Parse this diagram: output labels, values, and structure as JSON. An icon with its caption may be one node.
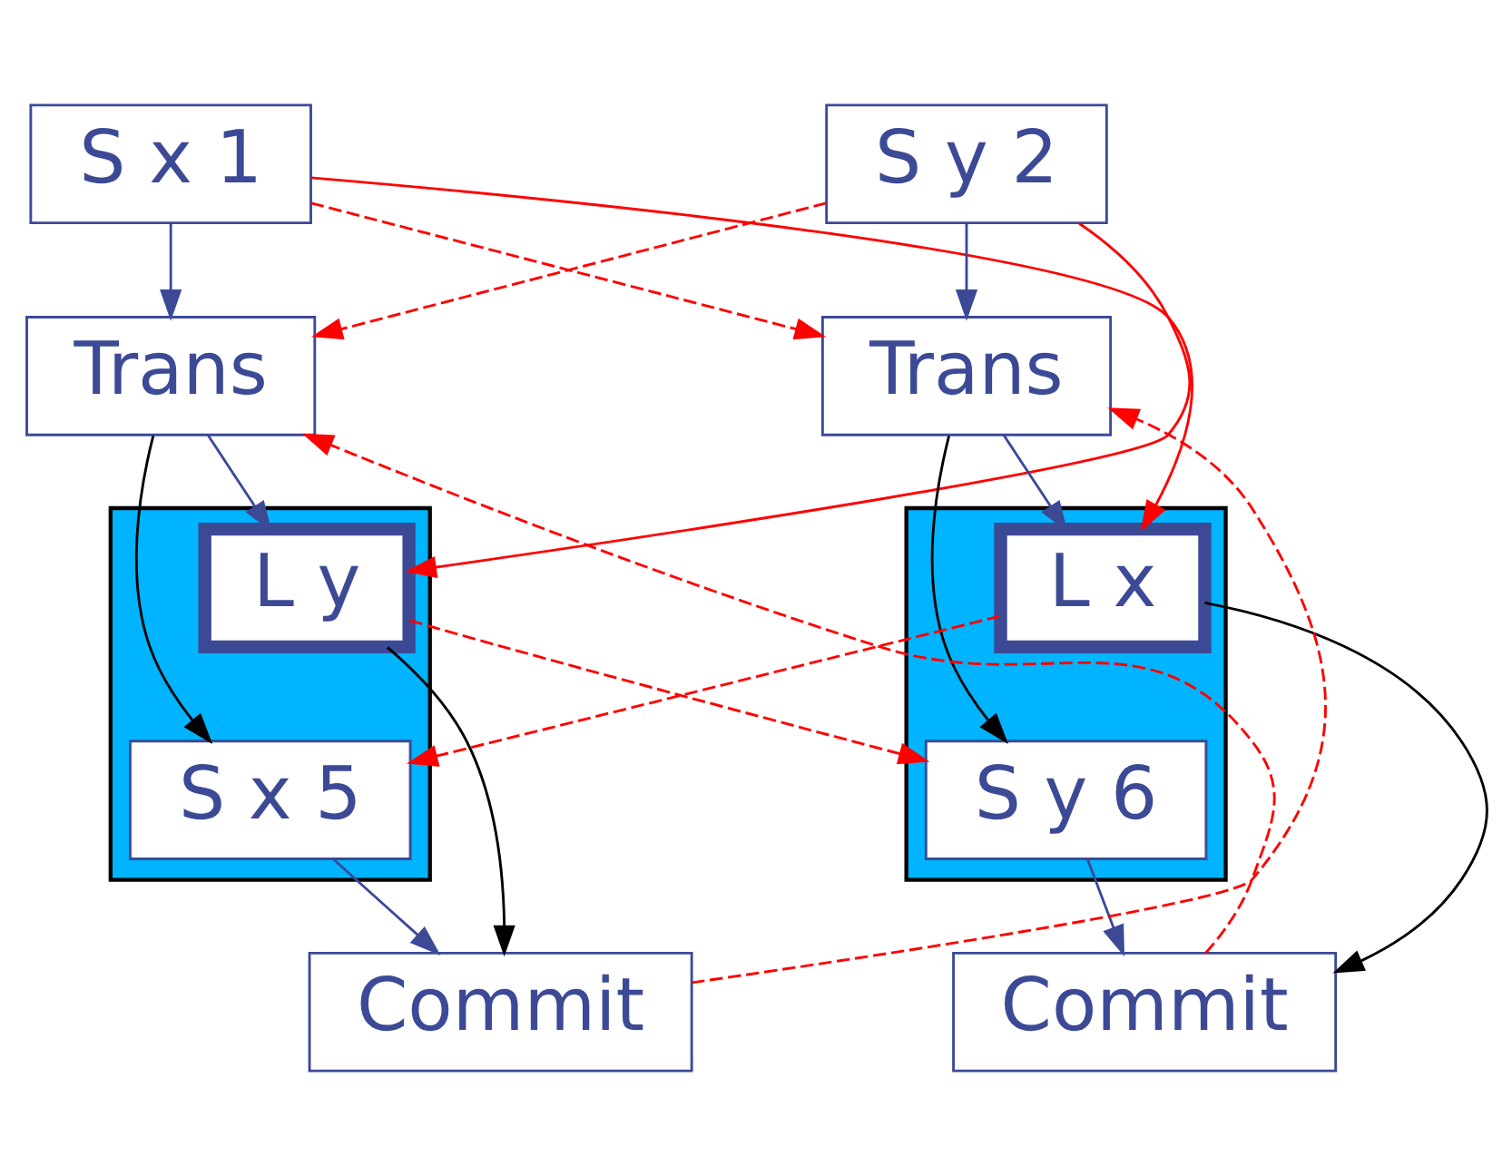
{
  "diagram": {
    "nodes": [
      {
        "text": [
          "S x 1"
        ]
      },
      {
        "text": [
          "S y 2"
        ]
      },
      {
        "text": [
          "Trans"
        ]
      },
      {
        "text": [
          "Trans"
        ]
      },
      {
        "text": [],
        "shape": "box"
      },
      {
        "text": [],
        "shape": "box"
      },
      {
        "text": [
          "L y"
        ],
        "in": 4
      },
      {
        "text": [
          "L x"
        ],
        "in": 5
      },
      {
        "text": [
          "S x 5"
        ],
        "in": 4
      },
      {
        "text": [
          "S y 6"
        ],
        "in": 5
      },
      {
        "text": [
          "Commit"
        ]
      },
      {
        "text": [
          "Commit"
        ]
      }
    ],
    "edges": [
      {
        "from": 0,
        "to": 2,
        "arrow": "to",
        "color": "#3c4a96"
      },
      {
        "from": 1,
        "to": 3,
        "arrow": "to",
        "color": "#3c4a96"
      },
      {
        "from": 2,
        "to": 6,
        "arrow": "to",
        "color": "#3c4a96"
      },
      {
        "from": 3,
        "to": 7,
        "arrow": "to",
        "color": "#3c4a96"
      },
      {
        "from": 8,
        "to": 10,
        "arrow": "to",
        "color": "#3c4a96"
      },
      {
        "from": 9,
        "to": 11,
        "arrow": "to",
        "color": "#3c4a96"
      },
      {
        "from": 2,
        "to": 8,
        "arrow": "to",
        "color": "#000000"
      },
      {
        "from": 3,
        "to": 9,
        "arrow": "to",
        "color": "#000000"
      },
      {
        "from": 6,
        "to": 10,
        "arrow": "to",
        "color": "#000000"
      },
      {
        "from": 7,
        "to": 11,
        "arrow": "to",
        "color": "#000000"
      },
      {
        "from": 0,
        "to": 3,
        "arrow": "to",
        "style": "dashed",
        "color": "#ff0000"
      },
      {
        "from": 1,
        "to": 2,
        "arrow": "to",
        "style": "dashed",
        "color": "#ff0000"
      },
      {
        "from": 0,
        "to": 7,
        "arrow": "to",
        "color": "#ff0000"
      },
      {
        "from": 1,
        "to": 6,
        "arrow": "to",
        "color": "#ff0000"
      },
      {
        "from": 6,
        "to": 9,
        "arrow": "to",
        "style": "dashed",
        "color": "#ff0000"
      },
      {
        "from": 7,
        "to": 8,
        "arrow": "to",
        "style": "dashed",
        "color": "#ff0000"
      },
      {
        "from": 10,
        "to": 3,
        "arrow": "to",
        "style": "dashed",
        "color": "#ff0000"
      },
      {
        "from": 11,
        "to": 2,
        "arrow": "to",
        "style": "dashed",
        "color": "#ff0000"
      }
    ]
  }
}
